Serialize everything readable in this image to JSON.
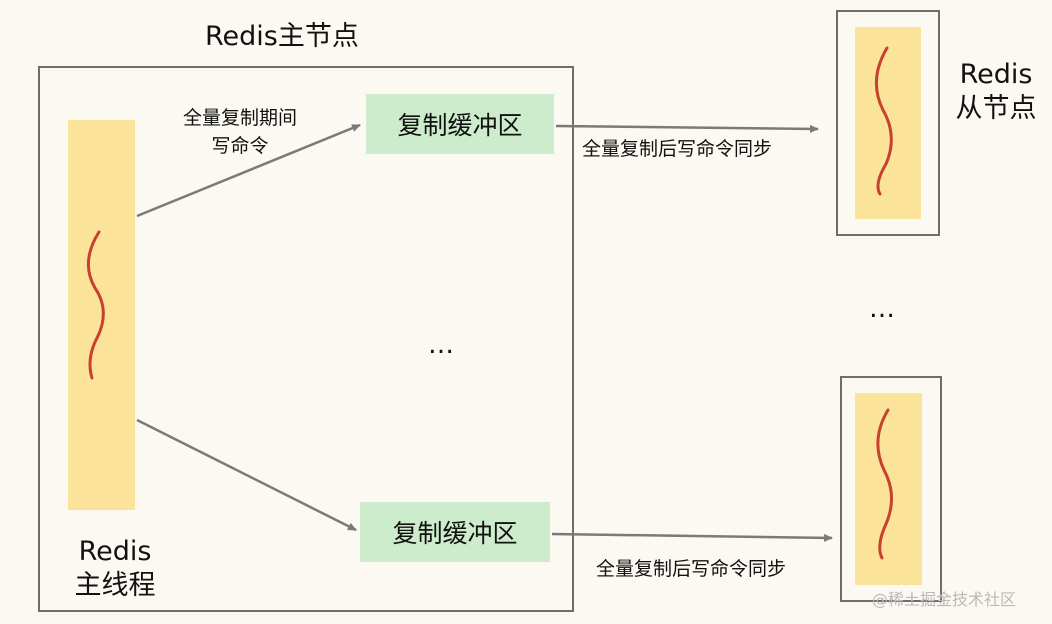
{
  "master": {
    "title": "Redis主节点",
    "thread_label_line1": "Redis",
    "thread_label_line2": "主线程",
    "ellipsis": "…"
  },
  "buffers": [
    {
      "label": "复制缓冲区"
    },
    {
      "label": "复制缓冲区"
    }
  ],
  "write_label": {
    "line1": "全量复制期间",
    "line2": "写命令"
  },
  "sync_labels": [
    "全量复制后写命令同步",
    "全量复制后写命令同步"
  ],
  "replica": {
    "line1": "Redis",
    "line2": "从节点",
    "ellipsis": "…"
  },
  "watermark": "@稀土掘金技术社区",
  "colors": {
    "background": "#fbf9f1",
    "thread": "#fbe49a",
    "buffer": "#cdeccb",
    "squiggle": "#c8402f",
    "frame": "#6e6e6e",
    "arrow": "#7a7a7a"
  }
}
